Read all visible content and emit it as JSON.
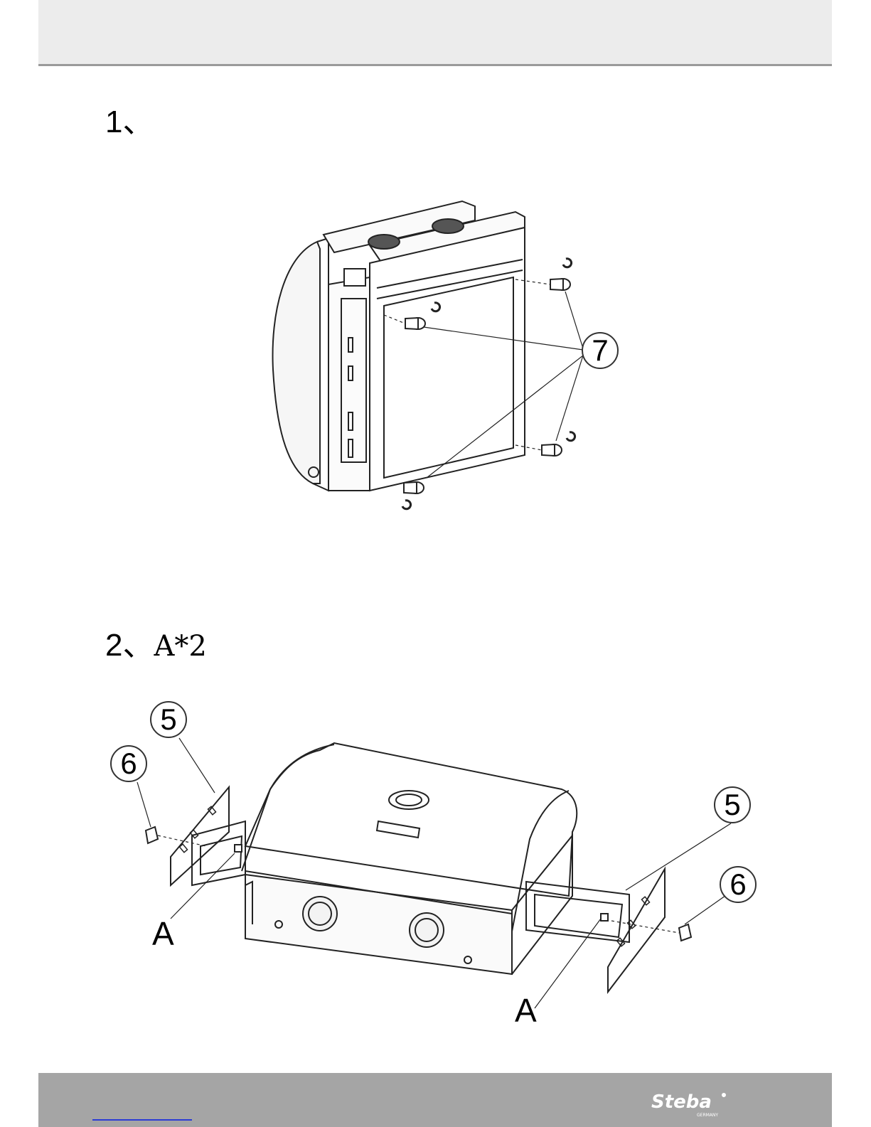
{
  "steps": [
    {
      "number": "1、",
      "note": ""
    },
    {
      "number": "2、",
      "note": "A*2"
    }
  ],
  "callouts": {
    "step1_part": "7",
    "step2_left_panel": "5",
    "step2_left_knob": "6",
    "step2_right_panel": "5",
    "step2_right_knob": "6",
    "step2_left_letter": "A",
    "step2_right_letter": "A"
  },
  "footer": {
    "brand": "Steba",
    "brand_sub": "GERMANY"
  }
}
